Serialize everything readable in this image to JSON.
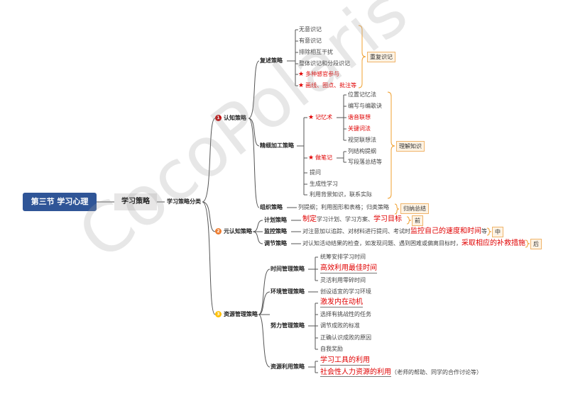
{
  "root": "第三节 学习心理",
  "l1": "学习策略",
  "l2": "学习策略分类",
  "cat1": {
    "num": "1",
    "label": "认知策略",
    "color": "#c00000"
  },
  "cat2": {
    "num": "2",
    "label": "元认知策略",
    "color": "#ed7d31"
  },
  "cat3": {
    "num": "3",
    "label": "资源管理策略",
    "color": "#ffc000"
  },
  "fushu": {
    "label": "复述策略",
    "items": [
      "无意识记",
      "有意识记",
      "排除相互干扰",
      "整体识记和分段识记",
      "多种感官参与",
      "画线、圈点、批注等"
    ],
    "note": "重复识记"
  },
  "jingxi": {
    "label": "精细加工策略",
    "jiyi": {
      "label": "记忆术",
      "items": [
        "位置记忆法",
        "编写与编歌诀",
        "谐音联想",
        "关键词法",
        "视觉联想法"
      ]
    },
    "biji": {
      "label": "做笔记",
      "items": [
        "列结构提纲",
        "写段落总结等"
      ]
    },
    "items": [
      "提问",
      "生成性学习",
      "利用背景知识，联系实际"
    ],
    "note": "理解知识"
  },
  "zuzhi": {
    "label": "组织策略",
    "desc": "列提纲；利用图形和表格；归类策略",
    "note": "归纳总结"
  },
  "jihua": {
    "label": "计划策略",
    "desc_red": "制定",
    "desc_mid": "学习计划、学习方案、",
    "desc_red2": "学习目标",
    "note": "前"
  },
  "jiankong": {
    "label": "监控策略",
    "desc": "对注意加以追踪、对材料进行提问、考试时",
    "desc_red": "监控自己的速度和时间",
    "desc_end": "等",
    "note": "中"
  },
  "tiaojie": {
    "label": "调节策略",
    "desc": "对认知活动结果的检查，如发现问题、遇到困难或偏离目标时，",
    "desc_red": "采取相应的补救措施",
    "note": "后"
  },
  "shijian": {
    "label": "时间管理策略",
    "items": [
      "统筹安排学习时间",
      "高效利用最佳时间",
      "灵活利用零碎时间"
    ]
  },
  "huanjing": {
    "label": "环境管理策略",
    "desc": "创设适宜的学习环境"
  },
  "nuli": {
    "label": "努力管理策略",
    "items": [
      "激发内在动机",
      "选择有挑战性的任务",
      "调节成败的标准",
      "正确认识成败的原因",
      "自我奖励"
    ]
  },
  "ziyuan": {
    "label": "资源利用策略",
    "items": [
      "学习工具的利用",
      "社会性人力资源的利用"
    ],
    "tail": "（老师的帮助、同学的合作讨论等）"
  },
  "watermark": "CocoPolaris"
}
